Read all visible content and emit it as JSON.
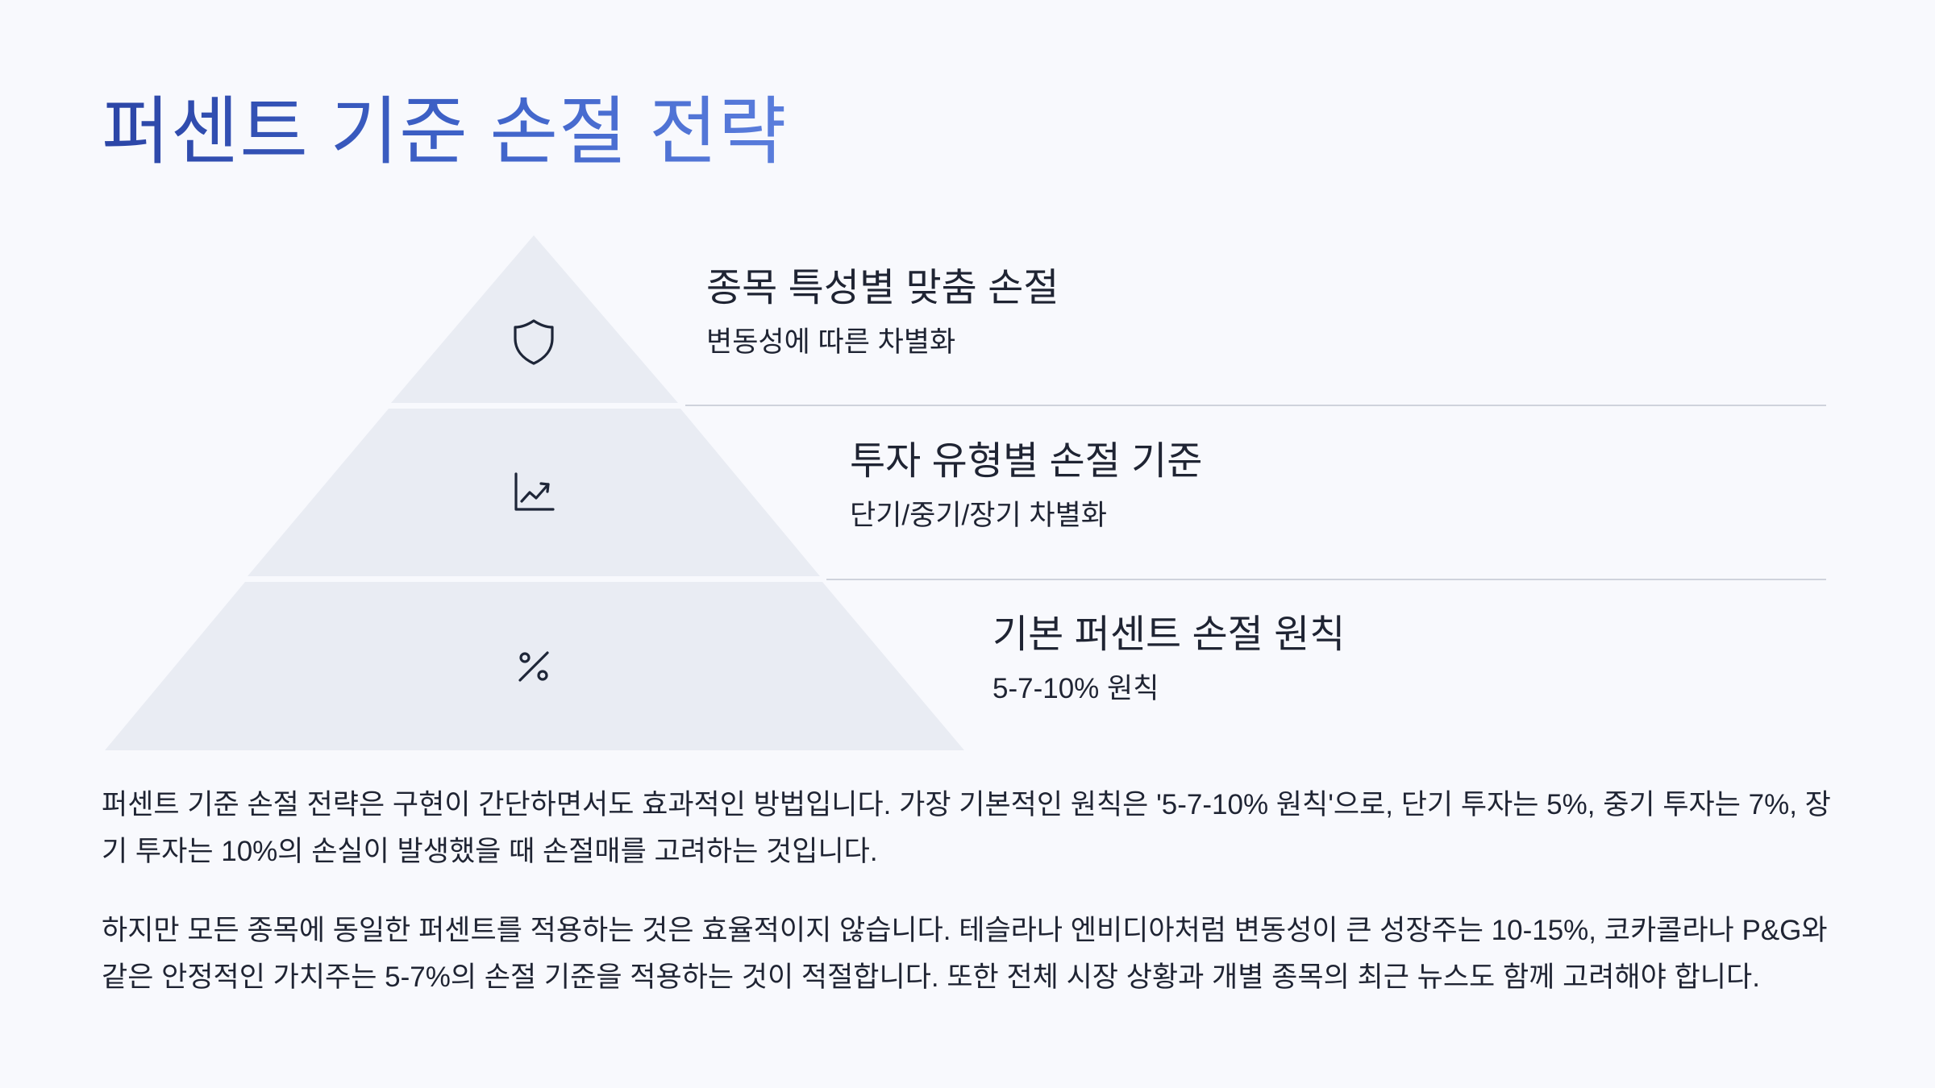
{
  "title": "퍼센트 기준 손절 전략",
  "pyramid": {
    "levels": [
      {
        "title": "종목 특성별 맞춤 손절",
        "subtitle": "변동성에 따른 차별화",
        "icon": "shield-icon"
      },
      {
        "title": "투자 유형별 손절 기준",
        "subtitle": "단기/중기/장기 차별화",
        "icon": "chart-trend-icon"
      },
      {
        "title": "기본 퍼센트 손절 원칙",
        "subtitle": "5-7-10% 원칙",
        "icon": "percent-icon"
      }
    ],
    "fill_color": "#e9ecf3"
  },
  "body": {
    "paragraph_1": "퍼센트 기준 손절 전략은 구현이 간단하면서도 효과적인 방법입니다. 가장 기본적인 원칙은 '5-7-10% 원칙'으로, 단기 투자는 5%, 중기 투자는 7%, 장기 투자는 10%의 손실이 발생했을 때 손절매를 고려하는 것입니다.",
    "paragraph_2": "하지만 모든 종목에 동일한 퍼센트를 적용하는 것은 효율적이지 않습니다. 테슬라나 엔비디아처럼 변동성이 큰 성장주는 10-15%, 코카콜라나 P&G와 같은 안정적인 가치주는 5-7%의 손절 기준을 적용하는 것이 적절합니다. 또한 전체 시장 상황과 개별 종목의 최근 뉴스도 함께 고려해야 합니다."
  },
  "colors": {
    "title_gradient_start": "#2b45a6",
    "title_gradient_end": "#5a7ddc",
    "background": "#f8f9fd",
    "pyramid_fill": "#e9ecf3",
    "text": "#1f2433"
  }
}
